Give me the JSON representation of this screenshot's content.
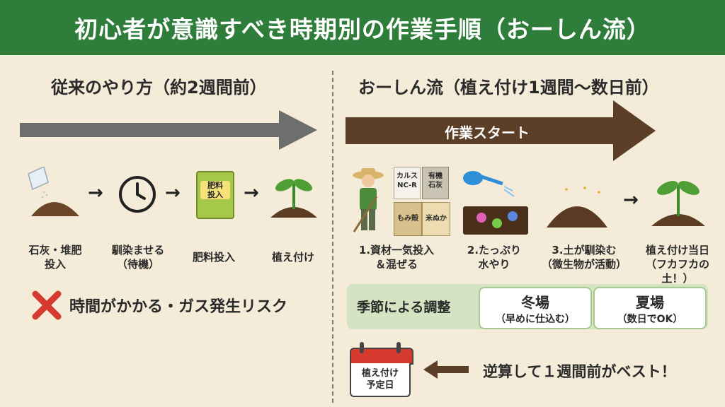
{
  "header": {
    "title": "初心者が意識すべき時期別の作業手順（おーしん流）"
  },
  "left": {
    "title": "従来のやり方（約2週間前）",
    "steps": [
      {
        "label": "石灰・堆肥\n投入",
        "icon": "lime-compost-icon"
      },
      {
        "label": "馴染ませる\n（待機）",
        "icon": "clock-icon"
      },
      {
        "label": "肥料投入",
        "icon": "fertilizer-bag-icon",
        "bag_text": "肥料\n投入"
      },
      {
        "label": "植え付け",
        "icon": "sprout-icon"
      }
    ],
    "risk": "時間がかかる・ガス発生リスク"
  },
  "right": {
    "title": "おーしん流（植え付け1週間〜数日前）",
    "arrow_label": "作業スタート",
    "bags": [
      "カルス\nNC-R",
      "有機\n石灰",
      "もみ殻",
      "米ぬか"
    ],
    "steps": [
      {
        "label": "1.資材一気投入\n＆混ぜる",
        "icon": "farmer-materials-icon"
      },
      {
        "label": "2.たっぷり\n水やり",
        "icon": "watering-can-icon"
      },
      {
        "label": "3.土が馴染む\n（微生物が活動）",
        "icon": "soil-mound-icon"
      },
      {
        "label": "植え付け当日\n（フカフカの土！）",
        "icon": "sprout-icon"
      }
    ],
    "season": {
      "label": "季節による調整",
      "winter": {
        "title": "冬場",
        "note": "（早めに仕込む）"
      },
      "summer": {
        "title": "夏場",
        "note": "（数日でOK）"
      }
    },
    "calendar_text": "植え付け\n予定日",
    "best": "逆算して１週間前がベスト！"
  },
  "colors": {
    "header": "#2f7d3b",
    "background": "#f4ecd9",
    "gray_arrow": "#6e6e6e",
    "brown_arrow": "#5a3e26",
    "season_bg": "#d4e4c2"
  }
}
